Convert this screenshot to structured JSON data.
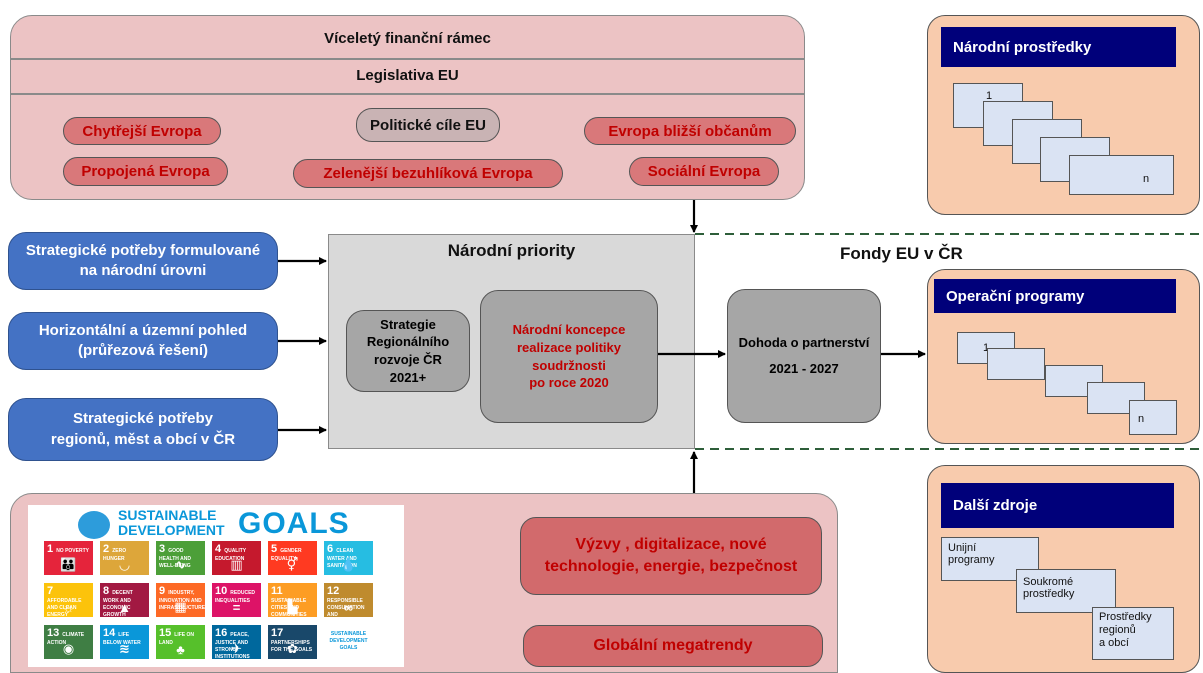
{
  "top": {
    "line1": "Víceletý finanční rámec",
    "line2": "Legislativa EU",
    "pills": {
      "smarter": "Chytřejší Evropa",
      "policy_goals": "Politické cíle EU",
      "closer": "Evropa bližší občanům",
      "connected": "Propojená Evropa",
      "greener": "Zelenější  bezuhlíková Evropa",
      "social": "Sociální Evropa"
    }
  },
  "left_inputs": [
    {
      "line1": "Strategické potřeby formulované",
      "line2": "na národní úrovni"
    },
    {
      "line1": "Horizontální a územní pohled",
      "line2": "(průřezová řešení)"
    },
    {
      "line1": "Strategické potřeby",
      "line2": "regionů, měst a obcí v ČR"
    }
  ],
  "center": {
    "title": "Národní priority",
    "srr": [
      "Strategie",
      "Regionálního",
      "rozvoje ČR",
      "2021+"
    ],
    "concept": [
      "Národní koncepce",
      "realizace politiky",
      "soudržnosti",
      "po roce 2020"
    ]
  },
  "eu_funds": {
    "title": "Fondy EU v ČR",
    "agreement": [
      "Dohoda o partnerství",
      "2021 - 2027"
    ]
  },
  "right_panels": {
    "national": {
      "title": "Národní prostředky",
      "first": "1",
      "last": "n"
    },
    "operational": {
      "title": "Operační programy",
      "first": "1",
      "last": "n"
    },
    "other": {
      "title": "Další zdroje",
      "cards": [
        [
          "Unijní",
          "programy"
        ],
        [
          "Soukromé",
          "prostředky"
        ],
        [
          "Prostředky",
          "regionů",
          "a obcí"
        ]
      ]
    }
  },
  "bottom": {
    "sdg": {
      "line1": "SUSTAINABLE",
      "line2": "DEVELOPMENT",
      "goals_word": "GOALS",
      "tiles": [
        {
          "num": "1",
          "label": "NO POVERTY",
          "color": "#e5243b",
          "icon": "family"
        },
        {
          "num": "2",
          "label": "ZERO HUNGER",
          "color": "#dda63a",
          "icon": "bowl"
        },
        {
          "num": "3",
          "label": "GOOD HEALTH AND WELL-BEING",
          "color": "#4c9f38",
          "icon": "heartbeat"
        },
        {
          "num": "4",
          "label": "QUALITY EDUCATION",
          "color": "#c5192d",
          "icon": "book"
        },
        {
          "num": "5",
          "label": "GENDER EQUALITY",
          "color": "#ff3a21",
          "icon": "gender"
        },
        {
          "num": "6",
          "label": "CLEAN WATER AND SANITATION",
          "color": "#26bde2",
          "icon": "drop"
        },
        {
          "num": "7",
          "label": "AFFORDABLE AND CLEAN ENERGY",
          "color": "#fcc30b",
          "icon": "sun"
        },
        {
          "num": "8",
          "label": "DECENT WORK AND ECONOMIC GROWTH",
          "color": "#a21942",
          "icon": "growth"
        },
        {
          "num": "9",
          "label": "INDUSTRY, INNOVATION AND INFRASTRUCTURE",
          "color": "#fd6925",
          "icon": "cubes"
        },
        {
          "num": "10",
          "label": "REDUCED INEQUALITIES",
          "color": "#dd1367",
          "icon": "equal"
        },
        {
          "num": "11",
          "label": "SUSTAINABLE CITIES AND COMMUNITIES",
          "color": "#fd9d24",
          "icon": "city"
        },
        {
          "num": "12",
          "label": "RESPONSIBLE CONSUMPTION AND PRODUCTION",
          "color": "#bf8b2e",
          "icon": "infinity"
        },
        {
          "num": "13",
          "label": "CLIMATE ACTION",
          "color": "#3f7e44",
          "icon": "eye"
        },
        {
          "num": "14",
          "label": "LIFE BELOW WATER",
          "color": "#0a97d9",
          "icon": "fish"
        },
        {
          "num": "15",
          "label": "LIFE ON LAND",
          "color": "#56c02b",
          "icon": "tree"
        },
        {
          "num": "16",
          "label": "PEACE, JUSTICE AND STRONG INSTITUTIONS",
          "color": "#00689d",
          "icon": "dove"
        },
        {
          "num": "17",
          "label": "PARTNERSHIPS FOR THE GOALS",
          "color": "#19486a",
          "icon": "flower"
        }
      ],
      "badge": [
        "SUSTAINABLE",
        "DEVELOPMENT",
        "GOALS"
      ]
    },
    "challenges": [
      "Výzvy , digitalizace, nové",
      "technologie, energie, bezpečnost"
    ],
    "megatrends": "Globální megatrendy"
  }
}
